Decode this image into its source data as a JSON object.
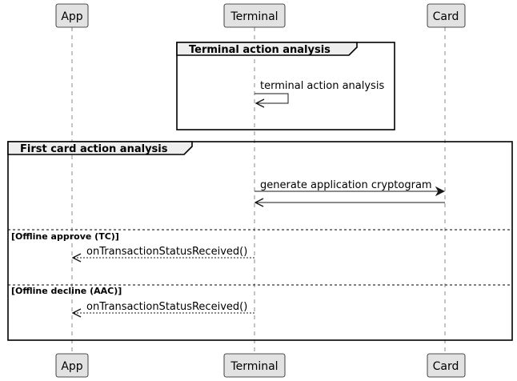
{
  "participants": {
    "app": "App",
    "terminal": "Terminal",
    "card": "Card"
  },
  "groups": {
    "terminal_action_analysis": {
      "title": "Terminal action analysis",
      "self_message": "terminal action analysis"
    },
    "first_card_action_analysis": {
      "title": "First card action analysis",
      "request_message": "generate application cryptogram",
      "alternatives": [
        {
          "condition": "[Offline approve (TC)]",
          "message": "onTransactionStatusReceived()"
        },
        {
          "condition": "[Offline decline (AAC)]",
          "message": "onTransactionStatusReceived()"
        }
      ]
    }
  },
  "colors": {
    "participant_fill": "#e2e2e2",
    "participant_border": "#181818",
    "lifeline": "#888888",
    "line": "#181818",
    "background": "#ffffff"
  }
}
